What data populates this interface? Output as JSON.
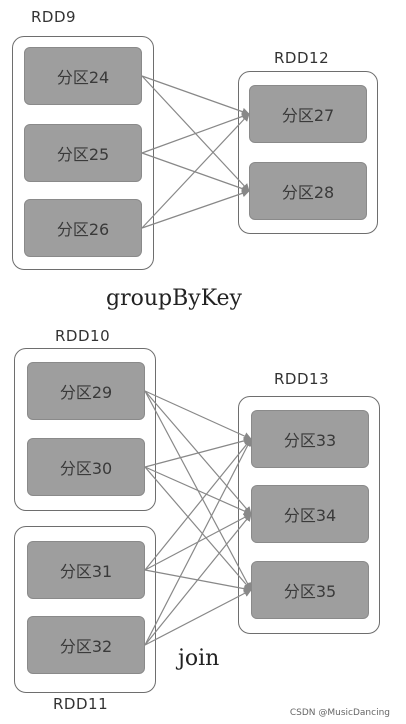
{
  "diagram1": {
    "left_rdd": "RDD9",
    "right_rdd": "RDD12",
    "left_parts": [
      "分区24",
      "分区25",
      "分区26"
    ],
    "right_parts": [
      "分区27",
      "分区28"
    ],
    "operation": "groupByKey"
  },
  "diagram2": {
    "left_top_rdd": "RDD10",
    "left_bottom_rdd": "RDD11",
    "right_rdd": "RDD13",
    "left_top_parts": [
      "分区29",
      "分区30"
    ],
    "left_bottom_parts": [
      "分区31",
      "分区32"
    ],
    "right_parts": [
      "分区33",
      "分区34",
      "分区35"
    ],
    "operation": "join"
  },
  "colors": {
    "partition_fill": "#9e9e9e",
    "box_border": "#6e6e6e",
    "arrow": "#888888"
  },
  "watermark": "CSDN @MusicDancing"
}
